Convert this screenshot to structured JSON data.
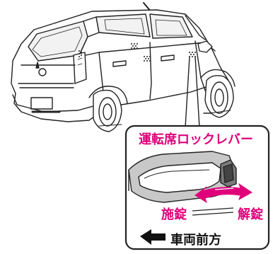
{
  "callout": {
    "title": "運転席ロックレバー",
    "lock_label": "施錠",
    "unlock_label": "解錠",
    "direction_label": "車両前方"
  },
  "colors": {
    "accent": "#e0007a",
    "line": "#222222",
    "shade": "#c8c8c8"
  },
  "icons": {
    "direction_arrow": "arrow-left-icon",
    "motion_arrow": "double-arrow-icon"
  }
}
